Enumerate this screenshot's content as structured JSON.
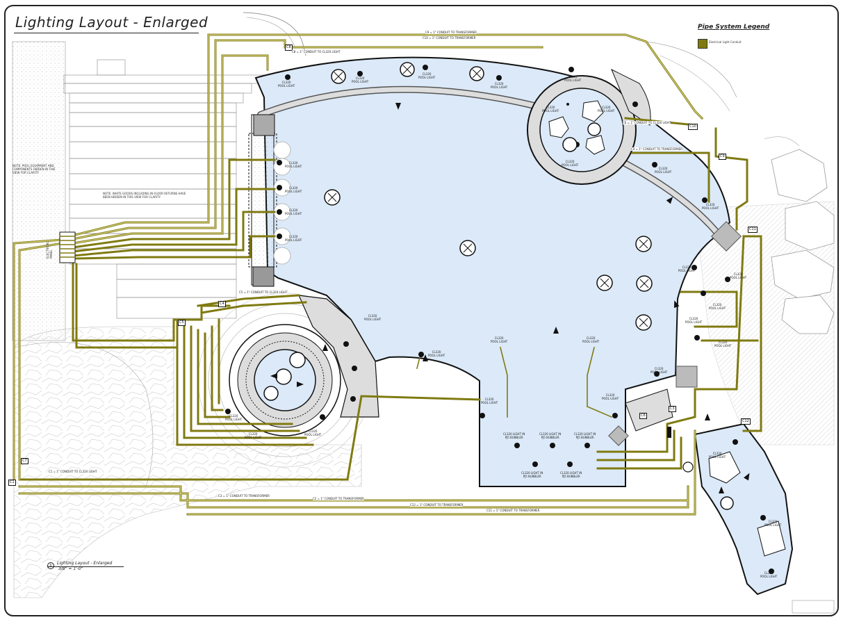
{
  "title": "Lighting Layout - Enlarged",
  "legend": {
    "title": "Pipe System Legend",
    "item_label": "Electrical Light Conduit",
    "item_color": "#7f7a10"
  },
  "footer": {
    "detail_number": "1",
    "detail_title": "Lighting Layout - Enlarged",
    "scale": "3/8\" = 1'-0\""
  },
  "notes": {
    "equipment": "NOTE: POOL EQUIPMENT AND COMPONENTS HIDDEN IN THIS VIEW FOR CLARITY.",
    "white_goods": "NOTE: WHITE GOODS INCLUDING IN-FLOOR RETURNS HAVE BEEN HIDDEN IN THIS VIEW FOR CLARITY.",
    "electrical_panel": "ELECTRICAL PANEL"
  },
  "circuit_tags": [
    "C1",
    "C3",
    "C4",
    "C5",
    "C6",
    "C7",
    "C8",
    "C9",
    "C10",
    "C11",
    "C12"
  ],
  "light_labels": {
    "pool_light": "CL320\nPOOL LIGHT",
    "bubbler_light": "CL320 LIGHT IN\nPJ5 BUBBLER"
  },
  "conduit_labels": {
    "to_transformer": "C9 = 1\" CONDUIT TO TRANSFORMER",
    "to_transformer_2": "C10 = 1\" CONDUIT TO TRANSFORMER",
    "to_cl320": "C8 = 1\" CONDUIT TO CL320 LIGHT",
    "to_cl320_b": "C5 = 1\" CONDUIT TO CL320 LIGHT",
    "c11_transformer": "C11 = 1\" CONDUIT TO TRANSFORMER",
    "c12_transformer": "C12 = 1\" CONDUIT TO TRANSFORMER",
    "c2_transformer": "C2 = 1\" CONDUIT TO TRANSFORMER",
    "c3_transformer": "C3 = 1\" CONDUIT TO TRANSFORMER",
    "c4_transformer": "C4 = 1\" CONDUIT TO TRANSFORMER",
    "c1_light": "C1 = 1\" CONDUIT TO CL320 LIGHT",
    "c6_light": "C6 = 1\" CONDUIT TO CL320 LIGHT"
  }
}
